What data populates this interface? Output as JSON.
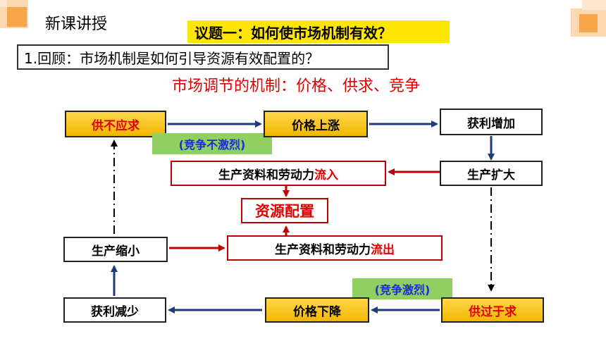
{
  "header": {
    "section_title": "新课讲授",
    "topic": "议题一：如何使市场机制有效？",
    "question": "1.回顾：市场机制是如何引导资源有效配置的？",
    "subtitle": "市场调节的机制：价格、供求、竞争"
  },
  "diagram": {
    "demand_exceeds_supply": "供不应求",
    "price_rise": "价格上涨",
    "profit_increase": "获利增加",
    "competition_weak": "(竞争不激烈)",
    "inflow_text": "生产资料和劳动力",
    "inflow_highlight": "流入",
    "production_expand": "生产扩大",
    "resource_allocation": "资源配置",
    "production_shrink": "生产缩小",
    "outflow_text": "生产资料和劳动力",
    "outflow_highlight": "流出",
    "competition_fierce": "(竞争激烈)",
    "profit_decrease": "获利减少",
    "price_fall": "价格下降",
    "supply_exceeds_demand": "供过于求"
  },
  "colors": {
    "accent_red": "#e00000",
    "navy": "#1f3a7a",
    "box_yellow": "#f2b600",
    "tag_green": "#90d060",
    "deco_orange": "#f7a74a"
  }
}
